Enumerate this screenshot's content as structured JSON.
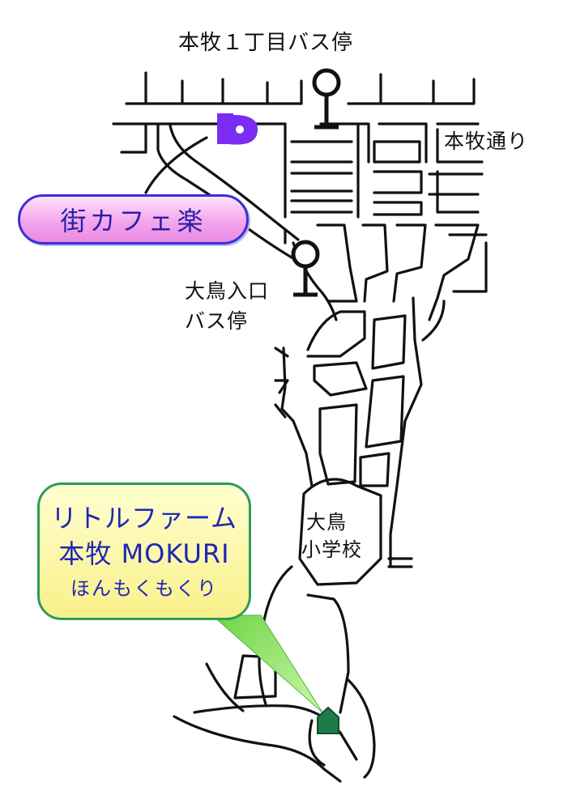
{
  "labels": {
    "bus_stop_top": "本牧１丁目バス停",
    "street": "本牧通り",
    "bus_stop_mid_line1": "大鳥入口",
    "bus_stop_mid_line2": "バス停",
    "school_line1": "大鳥",
    "school_line2": "小学校"
  },
  "cafe": {
    "name": "街カフェ楽"
  },
  "farm": {
    "line1": "リトルファーム",
    "line2": "本牧 MOKURI",
    "line3": "ほんもくもくり"
  },
  "colors": {
    "road": "#111111",
    "parking": "#7b2cf2",
    "cafe_border": "#3b2fd6",
    "cafe_fill": "#f3a6ec",
    "farm_border": "#2e9b59",
    "farm_fill": "#f9f08a",
    "farm_text": "#1f26b8",
    "pointer_green": "#7ed957",
    "house": "#1f7a4a"
  },
  "icons": {
    "parking": "parking-icon",
    "bus_stop": "bus-stop-icon",
    "house": "house-icon"
  }
}
